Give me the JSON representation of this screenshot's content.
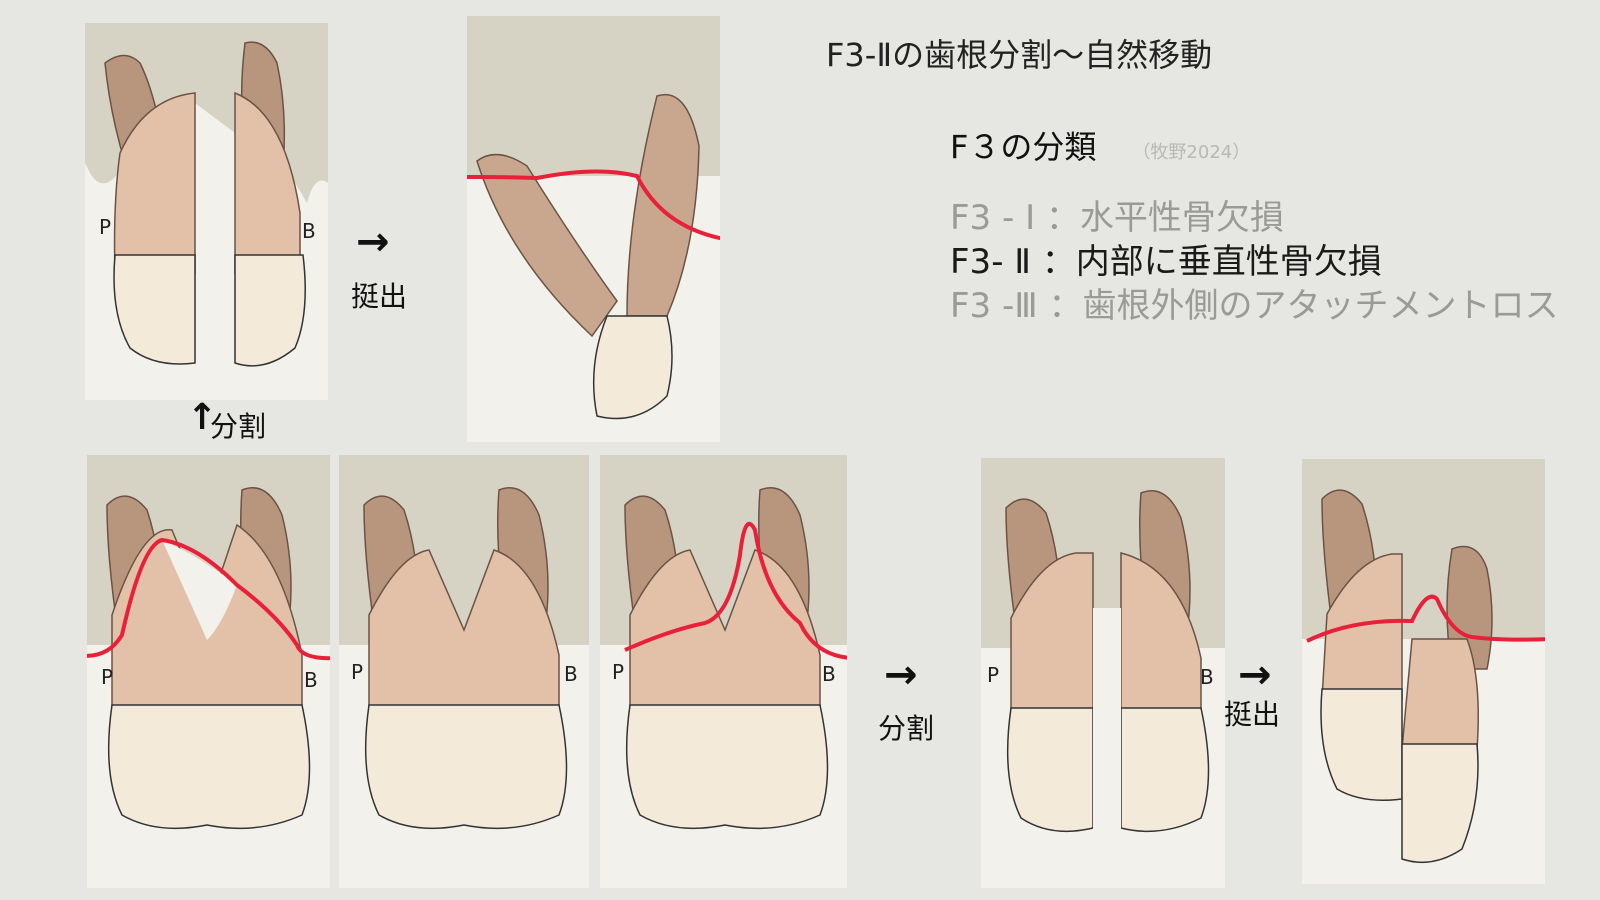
{
  "title": "F3-Ⅱの歯根分割～自然移動",
  "classification": {
    "heading": "F３の分類",
    "source": "（牧野2024）",
    "items": [
      {
        "label": "F3 - Ⅰ ：水平性骨欠損",
        "color": "#9a9a96"
      },
      {
        "label": "F3- Ⅱ ：内部に垂直性骨欠損",
        "color": "#1a1a1a"
      },
      {
        "label": "F3 -Ⅲ ：歯根外側のアタッチメントロス",
        "color": "#9a9a96"
      }
    ]
  },
  "steps": {
    "extrude_top": "挺出",
    "divide_up": "分割",
    "divide_bottom": "分割",
    "extrude_bottom": "挺出"
  },
  "side_labels": {
    "palatal": "P",
    "buccal": "B"
  },
  "colors": {
    "bone": "#d6d3c5",
    "root": "#c9a78f",
    "crown": "#f3ead9",
    "bone_line": "#e8203a"
  }
}
